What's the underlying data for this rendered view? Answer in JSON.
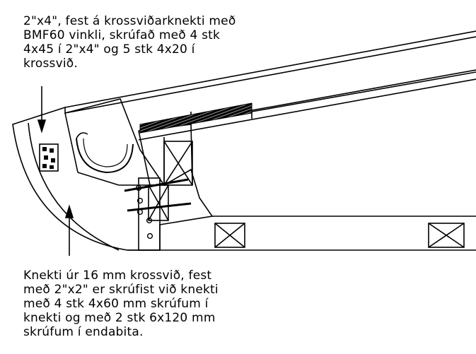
{
  "annotations": {
    "top_note": [
      "2\"x4\", fest á krossviðarknekti með",
      "BMF60 vinkli, skrúfað með 4 stk",
      "4x45 í 2\"x4\" og 5 stk 4x20 í",
      "krossvið."
    ],
    "bottom_note": [
      "Knekti úr 16 mm krossvið, fest",
      "með 2\"x2\" er skrúfist við knekti",
      "með 4 stk 4x60 mm skrúfum í",
      "knekti og með 2 stk 6x120 mm",
      "skrúfum í endabita."
    ]
  },
  "colors": {
    "line": "#000000",
    "background": "#ffffff",
    "hatch": "#000000"
  }
}
